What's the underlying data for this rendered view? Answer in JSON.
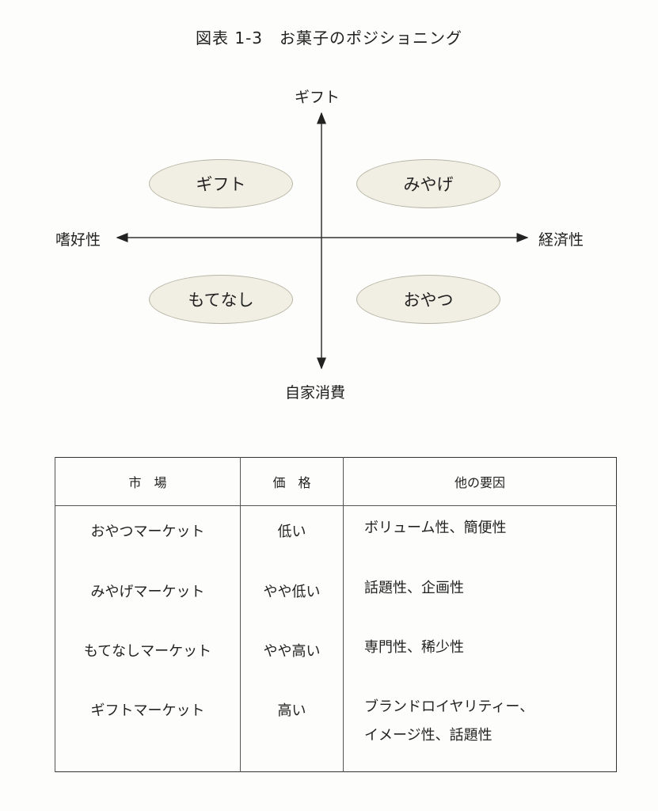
{
  "title": "図表 1-3　お菓子のポジショニング",
  "diagram": {
    "axis_top": "ギフト",
    "axis_bottom": "自家消費",
    "axis_left": "嗜好性",
    "axis_right": "経済性",
    "quadrants": {
      "top_left": "ギフト",
      "top_right": "みやげ",
      "bottom_left": "もてなし",
      "bottom_right": "おやつ"
    },
    "ellipse_color": "#f1efe3"
  },
  "table": {
    "headers": [
      "市　場",
      "価　格",
      "他の要因"
    ],
    "rows": [
      {
        "market": "おやつマーケット",
        "price": "低い",
        "factors": [
          "ボリューム性、簡便性"
        ]
      },
      {
        "market": "みやげマーケット",
        "price": "やや低い",
        "factors": [
          "話題性、企画性"
        ]
      },
      {
        "market": "もてなしマーケット",
        "price": "やや高い",
        "factors": [
          "専門性、稀少性"
        ]
      },
      {
        "market": "ギフトマーケット",
        "price": "高い",
        "factors": [
          "ブランドロイヤリティー、",
          "イメージ性、話題性"
        ]
      }
    ]
  }
}
